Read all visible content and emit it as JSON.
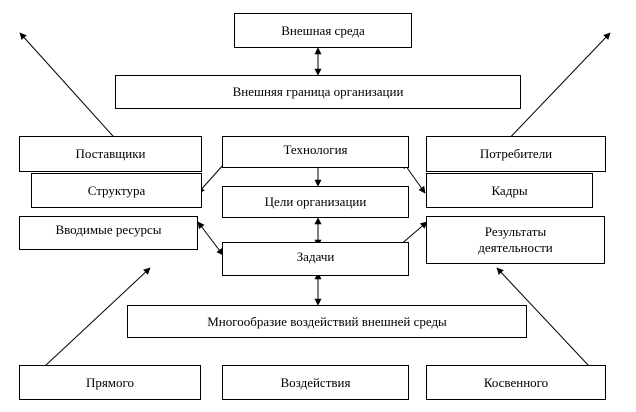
{
  "diagram": {
    "line_color": "#000000",
    "nodes": {
      "external_env": {
        "label": "Внешная среда"
      },
      "external_boundary": {
        "label": "Внешняя граница организации"
      },
      "suppliers": {
        "label": "Поставщики"
      },
      "technology": {
        "label": "Технология"
      },
      "consumers": {
        "label": "Потребители"
      },
      "structure": {
        "label": "Структура"
      },
      "goals": {
        "label": "Цели организации"
      },
      "personnel": {
        "label": "Кадры"
      },
      "input_resources": {
        "label": "Вводимые ресурсы"
      },
      "results": {
        "label_line1": "Результаты",
        "label_line2": "деятельности"
      },
      "tasks": {
        "label": "Задачи"
      },
      "diversity": {
        "label": "Многообразие воздействий внешней среды"
      },
      "direct": {
        "label": "Прямого"
      },
      "impact": {
        "label": "Воздействия"
      },
      "indirect": {
        "label": "Косвенного"
      }
    }
  }
}
